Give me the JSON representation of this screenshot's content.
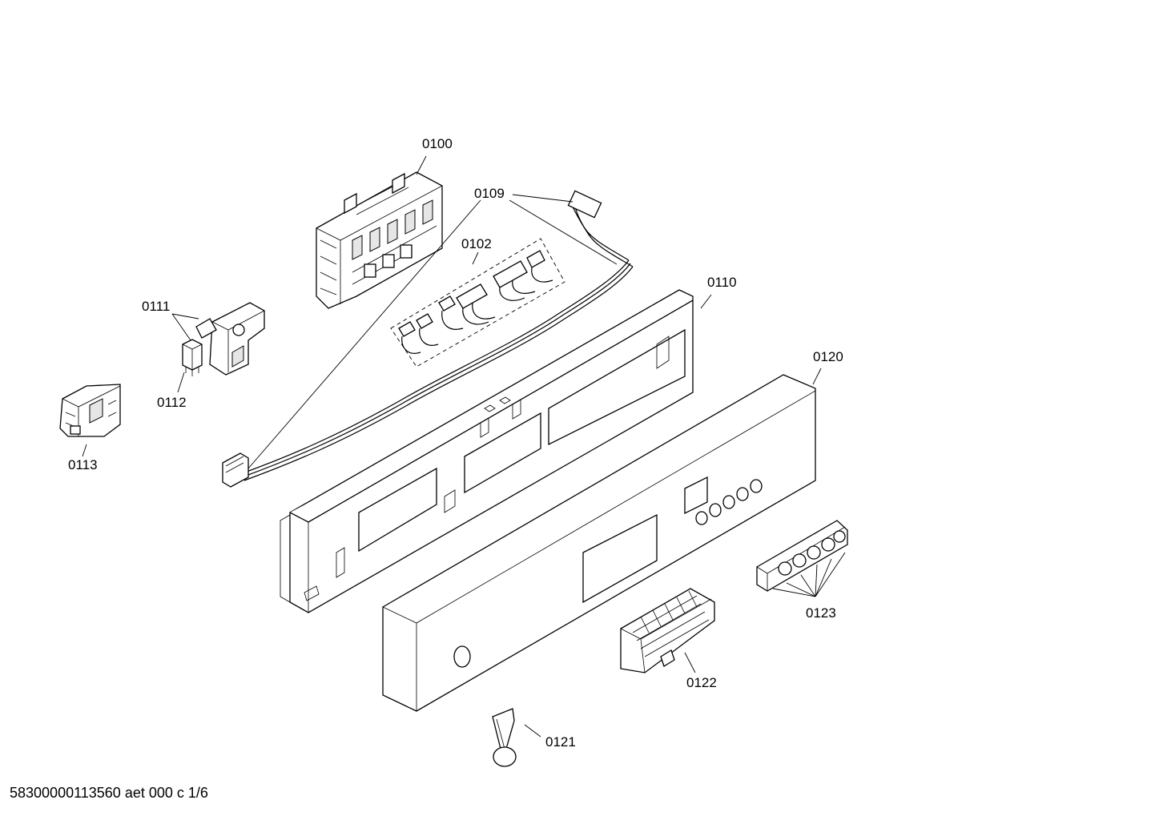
{
  "labels": {
    "p0100": "0100",
    "p0109": "0109",
    "p0102": "0102",
    "p0110": "0110",
    "p0111": "0111",
    "p0112": "0112",
    "p0113": "0113",
    "p0120": "0120",
    "p0121": "0121",
    "p0122": "0122",
    "p0123": "0123"
  },
  "footer": "58300000113560 aet 000 c 1/6"
}
